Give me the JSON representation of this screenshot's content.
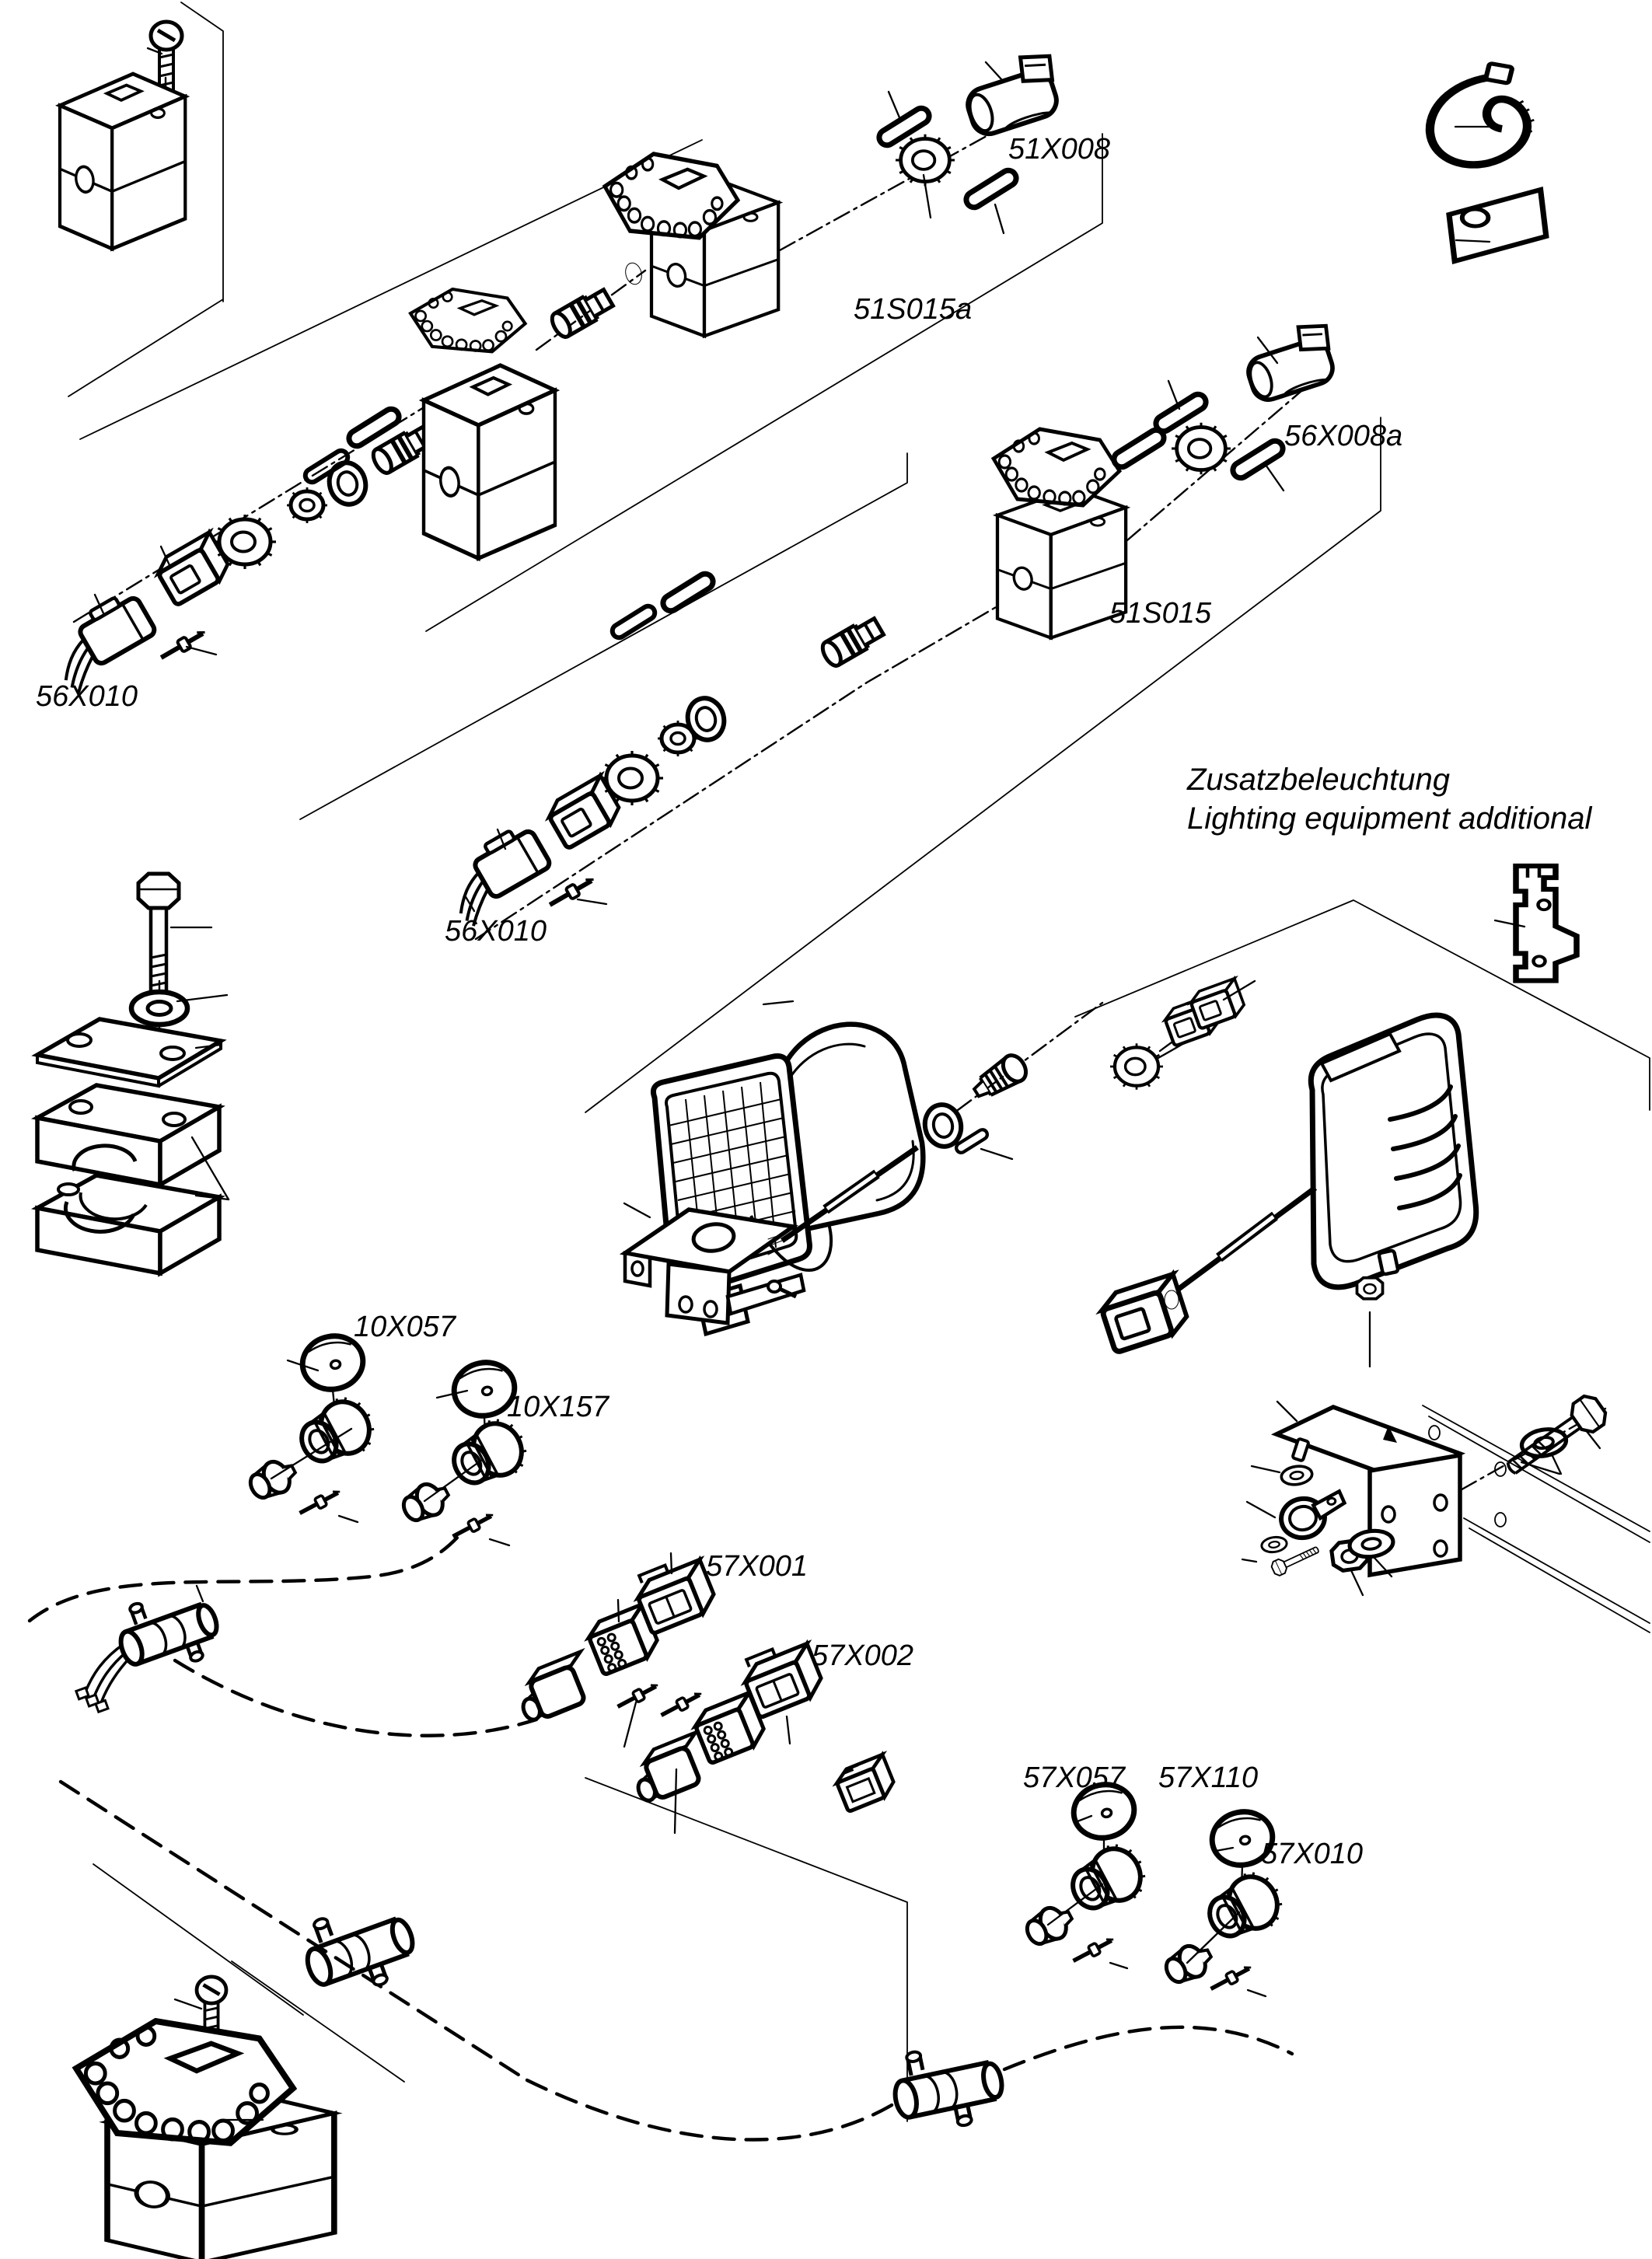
{
  "diagram": {
    "type": "exploded-parts-diagram",
    "section_title": {
      "de": "Zusatzbeleuchtung",
      "en": "Lighting equipment additional"
    },
    "labels": {
      "x51008": "51X008",
      "s51015a": "51S015a",
      "x56008a": "56X008a",
      "s51015": "51S015",
      "x56010_upper": "56X010",
      "x56010_lower": "56X010",
      "x10057": "10X057",
      "x10157": "10X157",
      "x57001": "57X001",
      "x57002": "57X002",
      "x57057": "57X057",
      "x57110": "57X110",
      "x57010": "57X010"
    },
    "colors": {
      "ink": "#000000",
      "paper": "#ffffff"
    },
    "icons": [
      "valve-block-icon",
      "gasket-plate-icon",
      "mounting-screw-icon",
      "hex-bolt-icon",
      "washer-icon",
      "clamp-plate-icon",
      "pipe-clamp-icon",
      "o-ring-icon",
      "cartridge-valve-icon",
      "knurled-nut-icon",
      "coupling-ring-icon",
      "solenoid-coil-icon",
      "connector-plug-icon",
      "connector-housing-icon",
      "pin-terminal-icon",
      "cable-tie-icon",
      "label-tag-icon",
      "work-lamp-front-icon",
      "work-lamp-rear-icon",
      "lamp-bracket-icon",
      "mounting-bracket-icon",
      "hex-nut-icon",
      "p-clamp-icon",
      "mounting-clip-icon",
      "sealing-cap-icon",
      "cable-gland-icon",
      "threaded-plug-icon",
      "t-junction-icon",
      "junction-cylinder-icon",
      "connector-boot-icon",
      "socket-housing-icon",
      "pin-housing-icon",
      "relay-connector-icon",
      "harness-cable-icon"
    ]
  }
}
